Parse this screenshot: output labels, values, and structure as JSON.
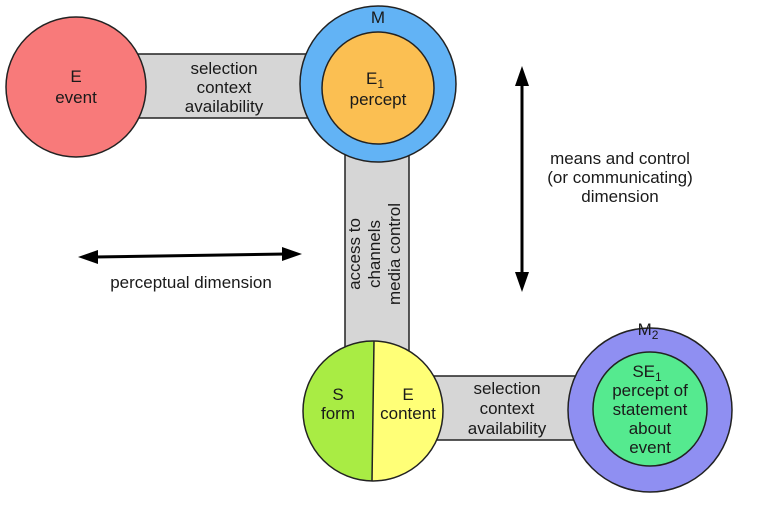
{
  "event_circle": {
    "line1": "E",
    "line2": "event",
    "color": "#f87a7a"
  },
  "m_circle": {
    "outer_label": "M",
    "outer_color": "#62b3f5",
    "inner_color": "#fbbf52",
    "inner_line1": "E",
    "inner_line1_sub": "1",
    "inner_line2": "percept"
  },
  "top_bridge": {
    "line1": "selection",
    "line2": "context",
    "line3": "availability"
  },
  "vertical_bridge": {
    "line1": "access to",
    "line2": "channels",
    "line3": "media control"
  },
  "means_arrow": {
    "line1": "means and control",
    "line2": "(or communicating)",
    "line3": "dimension"
  },
  "perceptual_arrow": {
    "label": "perceptual dimension"
  },
  "sign_circle": {
    "left_line1": "S",
    "left_line2": "form",
    "left_color": "#a9ec44",
    "right_line1": "E",
    "right_line2": "content",
    "right_color": "#ffff77"
  },
  "bottom_bridge": {
    "line1": "selection",
    "line2": "context",
    "line3": "availability"
  },
  "m2_circle": {
    "outer_label": "M",
    "outer_label_sub": "2",
    "outer_color": "#8f8ff2",
    "inner_color": "#55ea8f",
    "inner_line1": "SE",
    "inner_line1_sub": "1",
    "inner_line2": "percept of",
    "inner_line3": "statement",
    "inner_line4": "about",
    "inner_line5": "event"
  },
  "colors": {
    "bridge": "#d6d6d6",
    "stroke": "#222222"
  }
}
